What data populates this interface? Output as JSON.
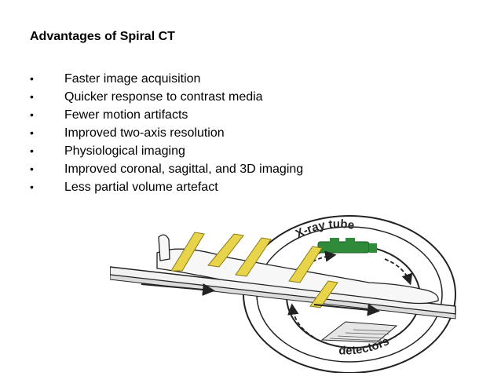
{
  "slide": {
    "title": "Advantages of Spiral CT",
    "bullet_symbol": "•",
    "bullets": [
      "Faster image acquisition",
      "Quicker response to contrast media",
      "Fewer motion artifacts",
      "Improved two-axis resolution",
      "Physiological imaging",
      "Improved coronal, sagittal, and 3D imaging",
      "Less partial volume artefact"
    ]
  },
  "diagram": {
    "tube_label": "X-ray tube",
    "detector_label": "detectors",
    "colors": {
      "helix": "#e8d44a",
      "tube": "#2f8a3a",
      "outline": "#222222"
    }
  }
}
